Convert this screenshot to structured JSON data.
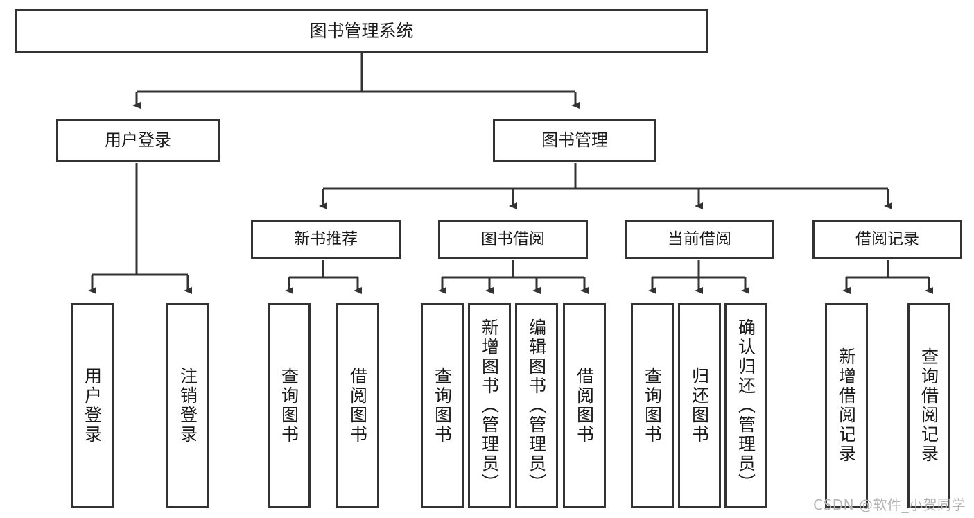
{
  "diagram": {
    "title": "图书管理系统",
    "type": "功能结构图",
    "colors": {
      "stroke": "#333333",
      "fill": "#ffffff",
      "text": "#1a1a1a",
      "watermark": "#b4b4b4"
    },
    "nodes": {
      "root": {
        "label": "图书管理系统"
      },
      "level2": [
        {
          "id": "user-login",
          "label": "用户登录"
        },
        {
          "id": "book-manage",
          "label": "图书管理"
        }
      ],
      "level3": [
        {
          "id": "new-book-recommend",
          "label": "新书推荐"
        },
        {
          "id": "book-borrow",
          "label": "图书借阅"
        },
        {
          "id": "current-borrow",
          "label": "当前借阅"
        },
        {
          "id": "borrow-record",
          "label": "借阅记录"
        }
      ],
      "leaves": {
        "user-login": [
          {
            "id": "leaf-user-login",
            "label": "用户登录"
          },
          {
            "id": "leaf-logout-login",
            "label": "注销登录"
          }
        ],
        "new-book-recommend": [
          {
            "id": "leaf-query-book-1",
            "label": "查询图书"
          },
          {
            "id": "leaf-borrow-book-1",
            "label": "借阅图书"
          }
        ],
        "book-borrow": [
          {
            "id": "leaf-query-book-2",
            "label": "查询图书"
          },
          {
            "id": "leaf-add-book",
            "label": "新增图书（管理员）"
          },
          {
            "id": "leaf-edit-book",
            "label": "编辑图书（管理员）"
          },
          {
            "id": "leaf-borrow-book-2",
            "label": "借阅图书"
          }
        ],
        "current-borrow": [
          {
            "id": "leaf-query-book-3",
            "label": "查询图书"
          },
          {
            "id": "leaf-return-book",
            "label": "归还图书"
          },
          {
            "id": "leaf-confirm-return",
            "label": "确认归还（管理员）"
          }
        ],
        "borrow-record": [
          {
            "id": "leaf-add-record",
            "label": "新增借阅记录"
          },
          {
            "id": "leaf-query-record",
            "label": "查询借阅记录"
          }
        ]
      }
    },
    "watermark": "CSDN @软件_小贺同学"
  }
}
